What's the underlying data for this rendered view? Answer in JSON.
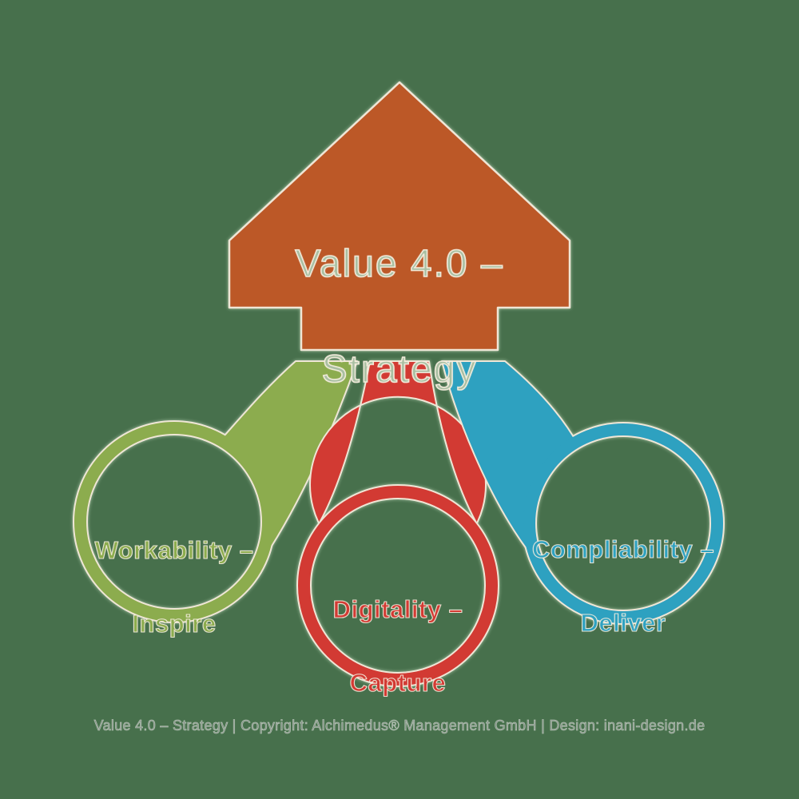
{
  "background": "#47704c",
  "outline_color": "#efe6d6",
  "arrow": {
    "label_line1": "Value 4.0 –",
    "label_line2": "Strategy",
    "color": "#bc5827",
    "text_color": "#a9bfa2"
  },
  "nodes": [
    {
      "id": "workability",
      "label_line1": "Workability –",
      "label_line2": "Inspire",
      "color": "#8cac4e"
    },
    {
      "id": "digitality",
      "label_line1": "Digitality –",
      "label_line2": "Capture",
      "color": "#d23a33"
    },
    {
      "id": "compliability",
      "label_line1": "Compliability –",
      "label_line2": "Deliver",
      "color": "#2ea1c0"
    }
  ],
  "caption": {
    "text": "Value 4.0 – Strategy | Copyright: Alchimedus® Management GmbH | Design: inani-design.de",
    "color": "#828f85"
  }
}
